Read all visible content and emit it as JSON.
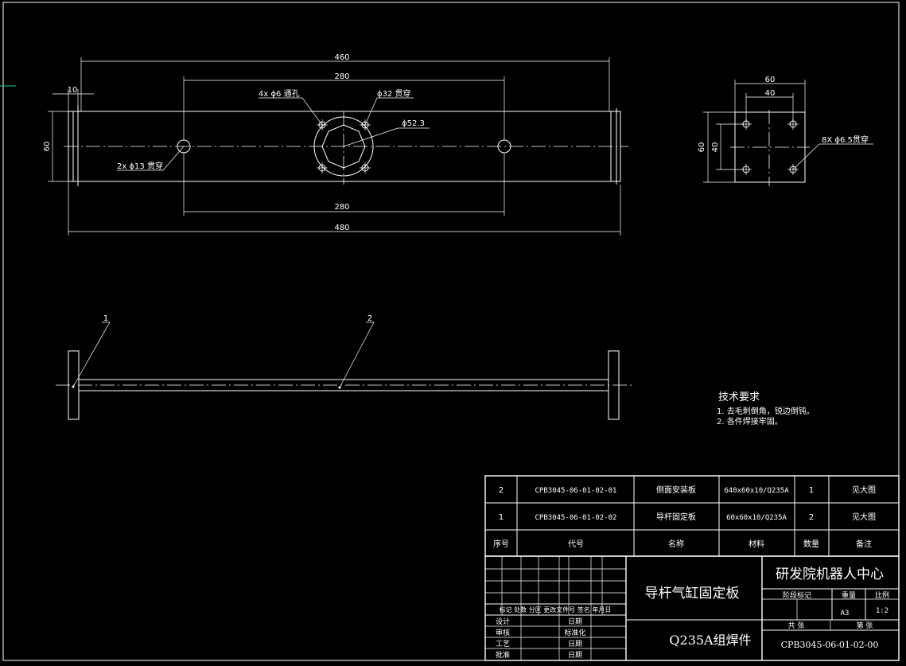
{
  "dimensions": {
    "top_length_outer": "460",
    "top_hole_spacing_upper": "280",
    "top_hole_spacing_lower": "280",
    "top_length_total": "480",
    "plate_offset": "10",
    "height": "60",
    "right_width": "60",
    "right_hole_spacing": "40",
    "right_height": "60",
    "right_hole_vertical": "40"
  },
  "callouts": {
    "holes_4x": "4x ϕ6 通孔",
    "hole_32": "ϕ32 贯穿",
    "circle_52": "ϕ52.3",
    "holes_2x": "2x ϕ13 贯穿",
    "holes_8x": "8X ϕ6.5贯穿",
    "balloon_1": "1",
    "balloon_2": "2"
  },
  "tech_requirements": {
    "title": "技术要求",
    "line1": "1. 去毛刺倒角，锐边倒钝。",
    "line2": "2. 各件焊接牢固。"
  },
  "bom": {
    "rows": [
      {
        "no": "2",
        "code": "CPB3045-06-01-02-01",
        "name": "侧面安装板",
        "spec": "640x60x10/Q235A",
        "qty": "1",
        "remark": "见大图"
      },
      {
        "no": "1",
        "code": "CPB3045-06-01-02-02",
        "name": "导杆固定板",
        "spec": "60x60x10/Q235A",
        "qty": "2",
        "remark": "见大图"
      }
    ],
    "header": {
      "no": "序号",
      "code": "代号",
      "name": "名称",
      "spec": "材料",
      "qty": "数量",
      "remark": "备注"
    }
  },
  "title_block": {
    "part_name": "导杆气缸固定板",
    "material": "Q235A组焊件",
    "company": "研发院机器人中心",
    "drawing_no": "CPB3045-06-01-02-00",
    "size": "A3",
    "scale": "1:2",
    "labels": {
      "stage": "阶段标记",
      "weight": "重量",
      "scale": "比例",
      "sheet_total": "共 张",
      "sheet_no": "第 张",
      "rev_header": "标记 处数 分区 更改文件号 签名 年月日",
      "design": "设计",
      "check": "审核",
      "process": "工艺",
      "approve": "批准",
      "standard": "标准化",
      "date": "日期"
    }
  }
}
